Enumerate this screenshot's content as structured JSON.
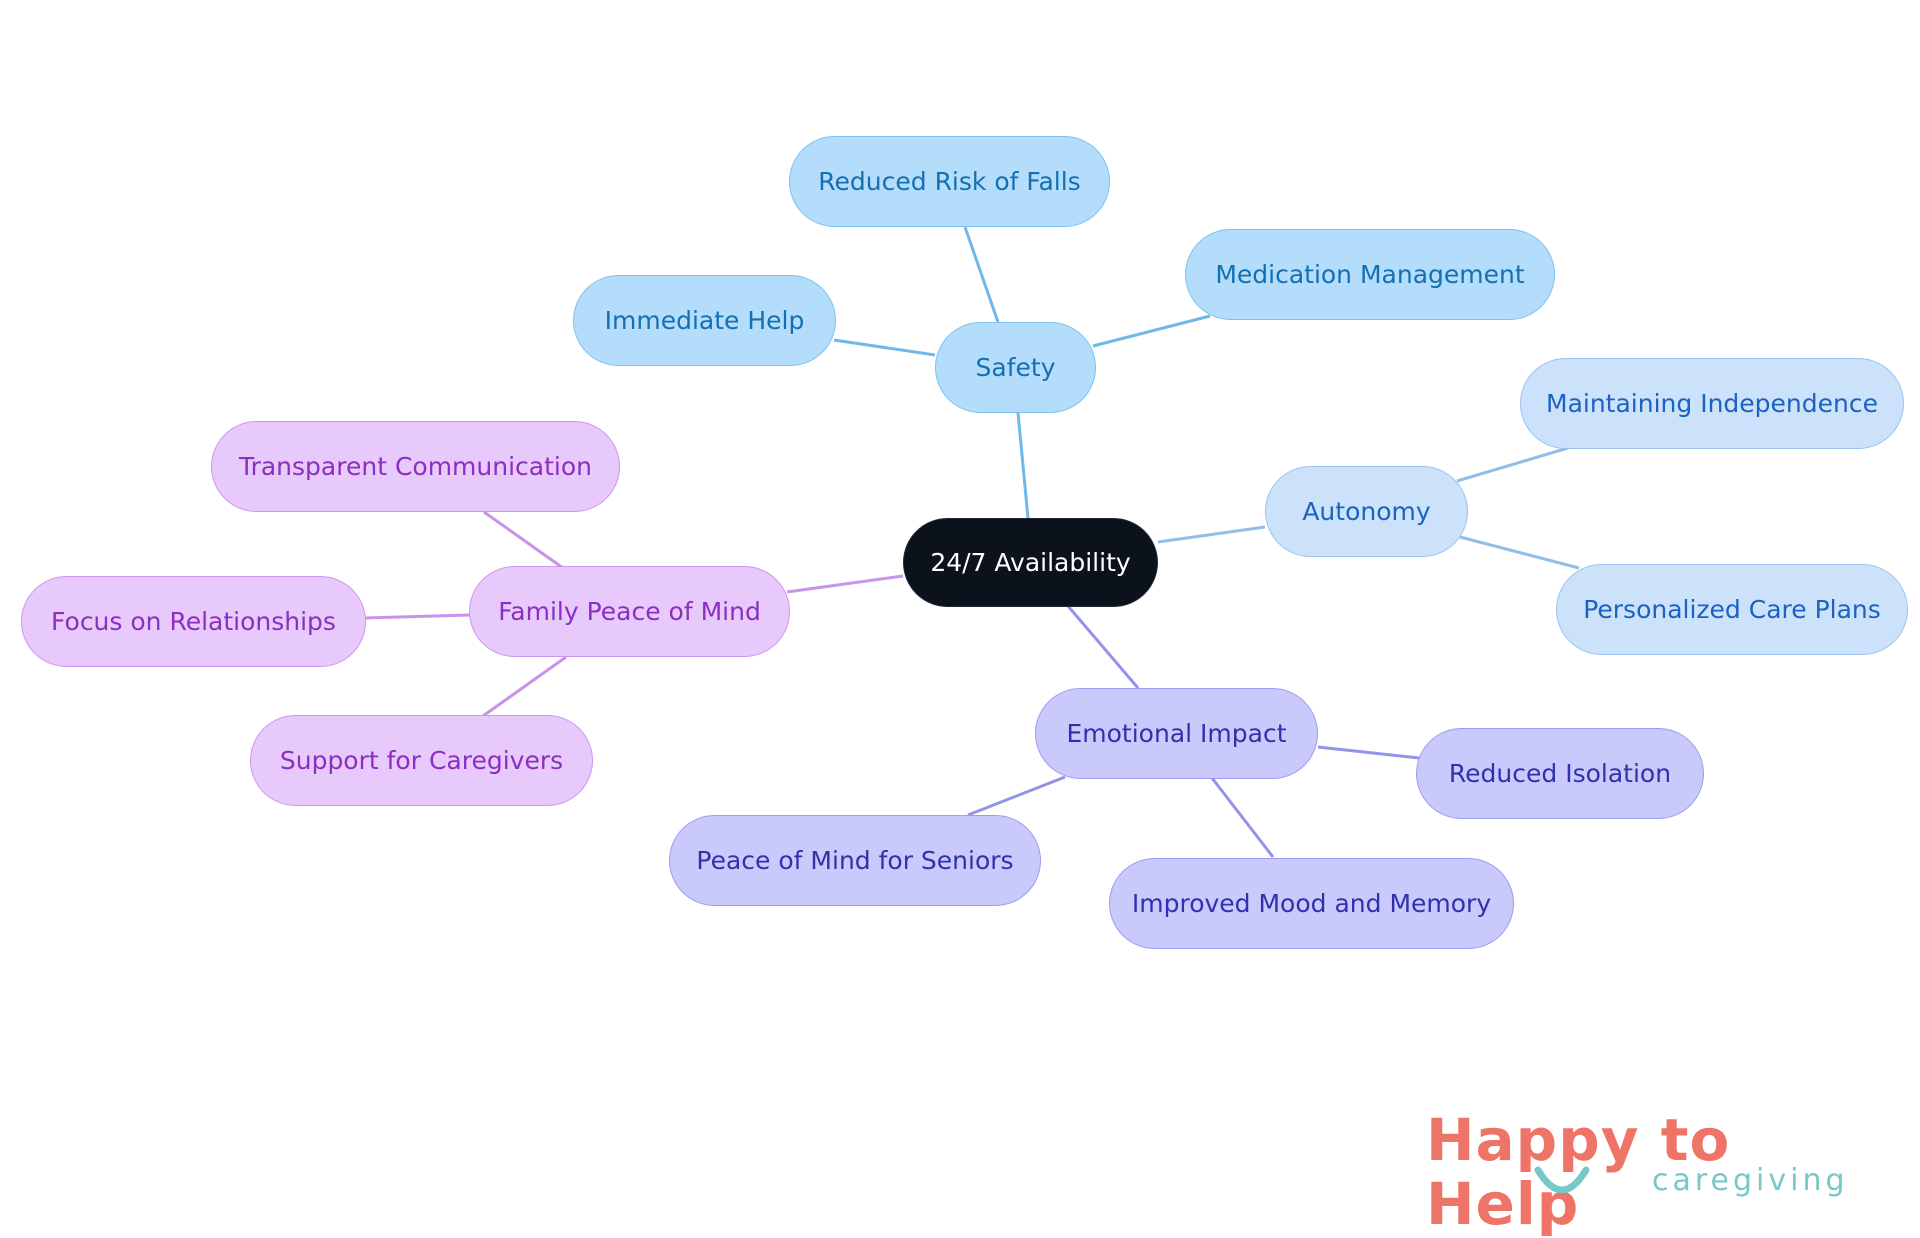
{
  "colors": {
    "root": "#0c121b",
    "safety": "#b3ddfb",
    "autonomy": "#cce1fa",
    "emotional": "#c9c9fb",
    "family": "#e8c9fb",
    "safety_line": "#6fb8e8",
    "autonomy_line": "#93bde9",
    "emotional_line": "#9393ea",
    "family_line": "#c893ea",
    "logo_coral": "#ef7468",
    "logo_teal": "#77c8c6"
  },
  "mindmap": {
    "root": "24/7 Availability",
    "branches": [
      {
        "label": "Safety",
        "children": [
          "Reduced Risk of Falls",
          "Medication Management",
          "Immediate Help"
        ]
      },
      {
        "label": "Autonomy",
        "children": [
          "Maintaining Independence",
          "Personalized Care Plans"
        ]
      },
      {
        "label": "Emotional Impact",
        "children": [
          "Reduced Isolation",
          "Improved Mood and Memory",
          "Peace of Mind for Seniors"
        ]
      },
      {
        "label": "Family Peace of Mind",
        "children": [
          "Transparent Communication",
          "Focus on Relationships",
          "Support for Caregivers"
        ]
      }
    ]
  },
  "logo": {
    "name": "Happy to Help",
    "tagline": "caregiving",
    "mark_icon": "smile-icon"
  }
}
